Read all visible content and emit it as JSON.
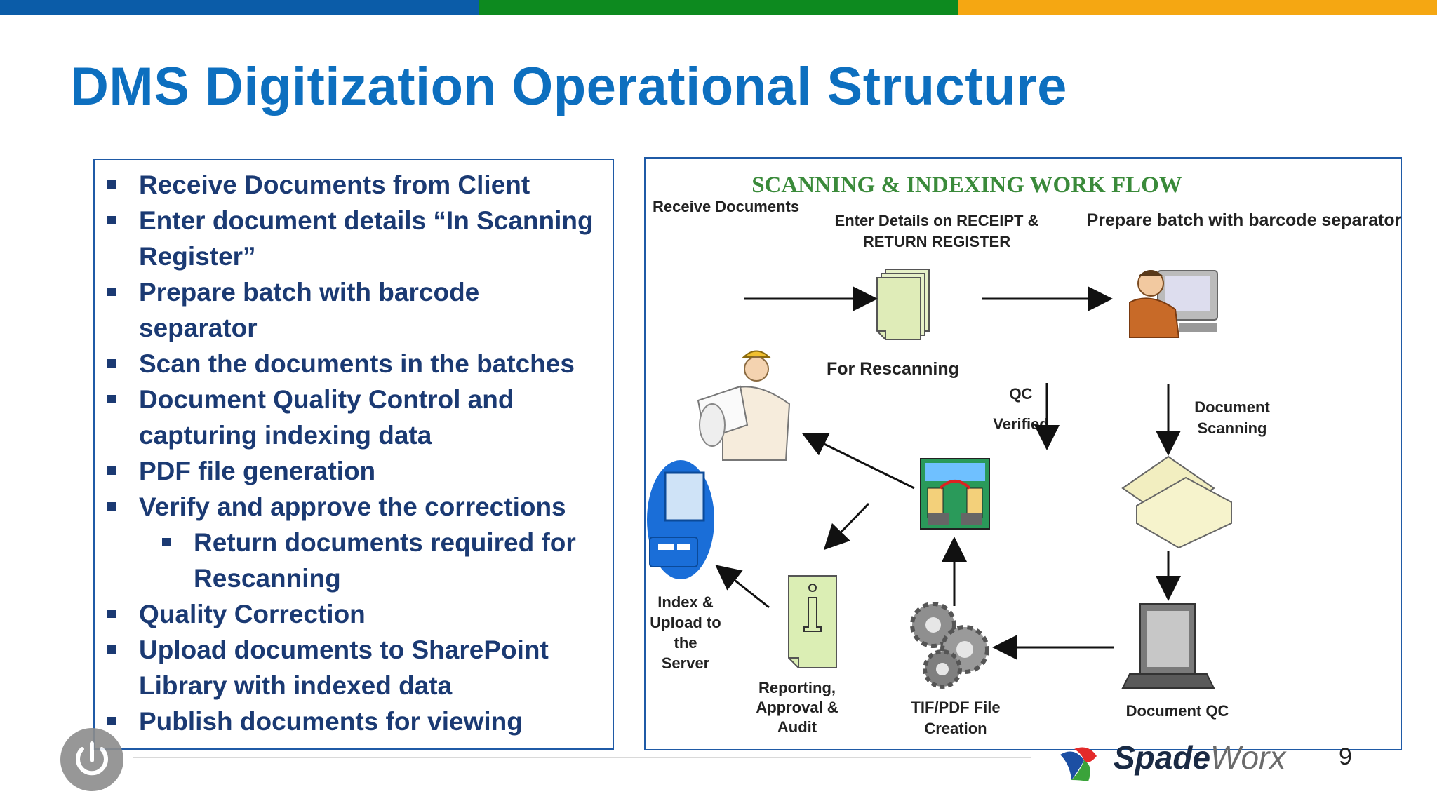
{
  "colors": {
    "bar_blue": "#0b5ca8",
    "bar_green": "#0d8a1f",
    "bar_orange": "#f5a712",
    "title_blue": "#0d6fbf",
    "bullet_text": "#1b3a73"
  },
  "slide": {
    "title": "DMS Digitization Operational Structure",
    "page_number": "9"
  },
  "bullets": [
    {
      "text": "Receive Documents from Client",
      "level": 1
    },
    {
      "text": "Enter document details “In Scanning Register”",
      "level": 1
    },
    {
      "text": "Prepare batch with barcode separator",
      "level": 1
    },
    {
      "text": "Scan the documents in the batches",
      "level": 1
    },
    {
      "text": "Document Quality Control and capturing indexing data",
      "level": 1
    },
    {
      "text": "PDF file generation",
      "level": 1
    },
    {
      "text": "Verify and approve the corrections",
      "level": 1
    },
    {
      "text": "Return documents required for Rescanning",
      "level": 2
    },
    {
      "text": "Quality Correction",
      "level": 1
    },
    {
      "text": "Upload documents to SharePoint Library with indexed data",
      "level": 1
    },
    {
      "text": "Publish documents for viewing",
      "level": 1
    }
  ],
  "workflow": {
    "title": "SCANNING & INDEXING WORK FLOW",
    "receive": "Receive Documents",
    "enter_details_1": "Enter Details on RECEIPT &",
    "enter_details_2": "RETURN REGISTER",
    "prepare_batch": "Prepare batch with barcode separator",
    "for_rescanning": "For Rescanning",
    "qc": "QC",
    "verified": "Verified",
    "doc_scanning_1": "Document",
    "doc_scanning_2": "Scanning",
    "index_1": "Index &",
    "index_2": "Upload to",
    "index_3": "the",
    "index_4": "Server",
    "reporting_1": "Reporting,",
    "reporting_2": "Approval &",
    "reporting_3": "Audit",
    "tif_1": "TIF/PDF File",
    "tif_2": "Creation",
    "doc_qc": "Document QC"
  },
  "logo": {
    "text_bold": "Spade",
    "text_light": "Worx"
  },
  "icons": [
    "documents-stack-icon",
    "worker-at-computer-icon",
    "engineer-icon",
    "computer-icon",
    "transfer-icon",
    "scanner-icon",
    "report-document-icon",
    "gears-icon",
    "laptop-icon",
    "power-icon",
    "spadeworx-logo"
  ]
}
